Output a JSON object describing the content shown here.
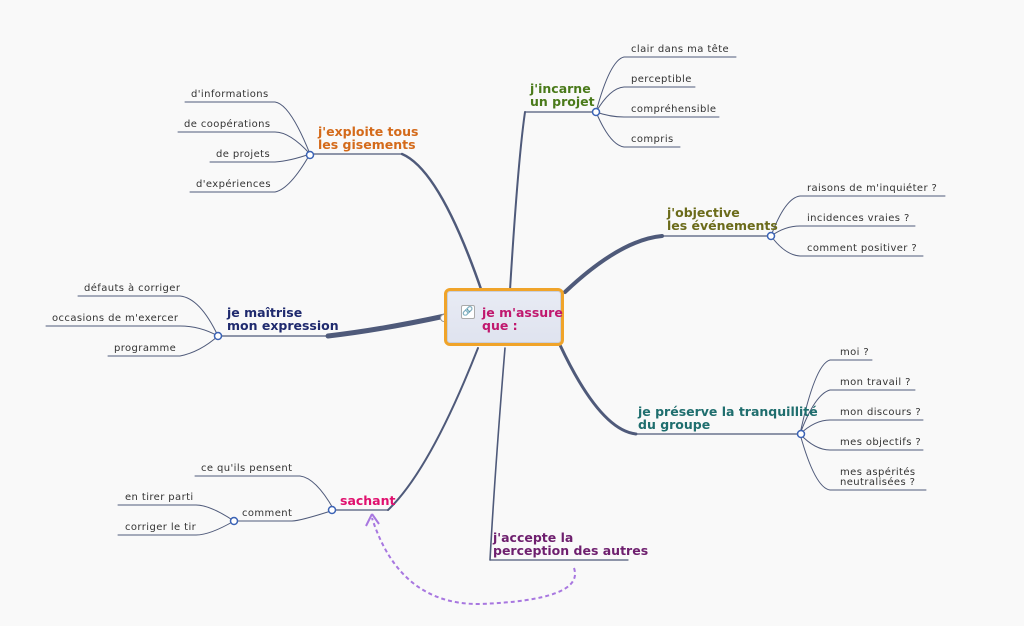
{
  "center": {
    "text": "je m'assure\nque :",
    "icon": "link-icon"
  },
  "branches": {
    "incarne": {
      "text": "j'incarne\nun projet",
      "color": "#4a7a1a",
      "leaves": [
        "clair dans ma tête",
        "perceptible",
        "compréhensible",
        "compris"
      ]
    },
    "objective": {
      "text": "j'objective\nles événements",
      "color": "#6b6b1a",
      "leaves": [
        "raisons de m'inquiéter ?",
        "incidences vraies ?",
        "comment positiver ?"
      ]
    },
    "preserve": {
      "text": "je préserve la tranquillité\ndu groupe",
      "color": "#1f6e6e",
      "leaves": [
        "moi ?",
        "mon travail ?",
        "mon discours ?",
        "mes objectifs ?",
        "mes aspérités\nneutralisées ?"
      ]
    },
    "accepte": {
      "text": "j'accepte la\nperception des autres",
      "color": "#6e1f6e"
    },
    "sachant": {
      "text": "sachant",
      "color": "#e0106e",
      "leaves": [
        "ce qu'ils pensent",
        "comment"
      ],
      "comment_leaves": [
        "en tirer parti",
        "corriger le tir"
      ]
    },
    "maitrise": {
      "text": "je maîtrise\nmon expression",
      "color": "#1f2a6e",
      "leaves": [
        "défauts à corriger",
        "occasions de m'exercer",
        "programme"
      ]
    },
    "exploite": {
      "text": "j'exploite tous\nles gisements",
      "color": "#d46a1a",
      "leaves": [
        "d'informations",
        "de coopérations",
        "de projets",
        "d'expériences"
      ]
    }
  }
}
